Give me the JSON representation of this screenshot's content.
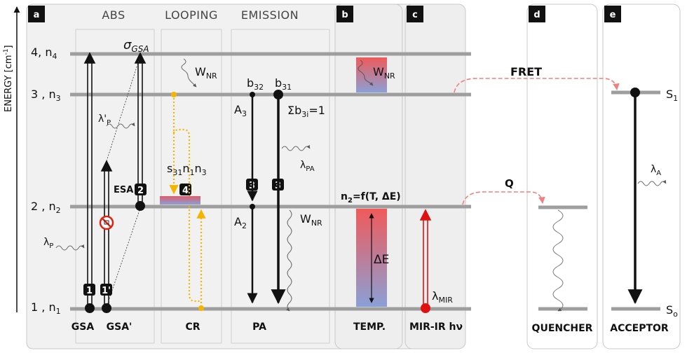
{
  "axis": {
    "label": "ENERGY [cm",
    "label_sup": "-1",
    "label_end": "]"
  },
  "levels": {
    "n4": "4, n",
    "n4_sub": "4",
    "n3": "3 , n",
    "n3_sub": "3",
    "n2": "2 , n",
    "n2_sub": "2",
    "n1": "1 , n",
    "n1_sub": "1"
  },
  "panels": {
    "a": "a",
    "b": "b",
    "c": "c",
    "d": "d",
    "e": "e"
  },
  "headers": {
    "abs": "ABS",
    "looping": "LOOPING",
    "emission": "EMISSION"
  },
  "bottom_labels": {
    "gsa": "GSA",
    "gsa_prime": "GSA'",
    "cr": "CR",
    "pa": "PA",
    "temp": "TEMP.",
    "mir": "MIR-IR hν",
    "quencher": "QUENCHER",
    "acceptor": "ACCEPTOR"
  },
  "annotations": {
    "sigma_gsa": "σ",
    "sigma_sub": "GSA",
    "lambda_p_prime": "λ'",
    "lambda_p_prime_sub": "P",
    "lambda_p": "λ",
    "lambda_p_sub": "P",
    "esa": "ESA",
    "w_nr": "W",
    "w_nr_sub": "NR",
    "cr_rate": "s",
    "cr_rate_sub1": "31",
    "cr_rate_mid1": "n",
    "cr_rate_sub2": "1",
    "cr_rate_mid2": "n",
    "cr_rate_sub3": "3",
    "b32": "b",
    "b32_sub": "32",
    "b31": "b",
    "b31_sub": "31",
    "a3": "A",
    "a3_sub": "3",
    "a2": "A",
    "a2_sub": "2",
    "sum_b": "Σb",
    "sum_b_sub": "3i",
    "sum_b_end": "=1",
    "lambda_pa": "λ",
    "lambda_pa_sub": "PA",
    "n2_func": "n",
    "n2_func_sub": "2",
    "n2_func_end": "=f(T, ΔE)",
    "delta_e": "ΔE",
    "lambda_mir": "λ",
    "lambda_mir_sub": "MIR",
    "fret": "FRET",
    "q": "Q",
    "s1": "S",
    "s1_sub": "1",
    "s0": "S",
    "s0_sub": "o",
    "lambda_a": "λ",
    "lambda_a_sub": "A"
  },
  "step_tags": {
    "t1": "1",
    "t1p": "1'",
    "t2": "2",
    "t3a": "3",
    "t3b": "3",
    "t4": "4"
  },
  "colors": {
    "level": "#9e9e9e",
    "arrow": "#111111",
    "dotted": "#f5b400",
    "gradient_top": "#f05a5a",
    "gradient_bottom": "#8aa0d6",
    "mir": "#e01010",
    "fret": "#f08080",
    "panel_bg": "#f1f1f1",
    "panel_border": "#c8c8c8"
  }
}
